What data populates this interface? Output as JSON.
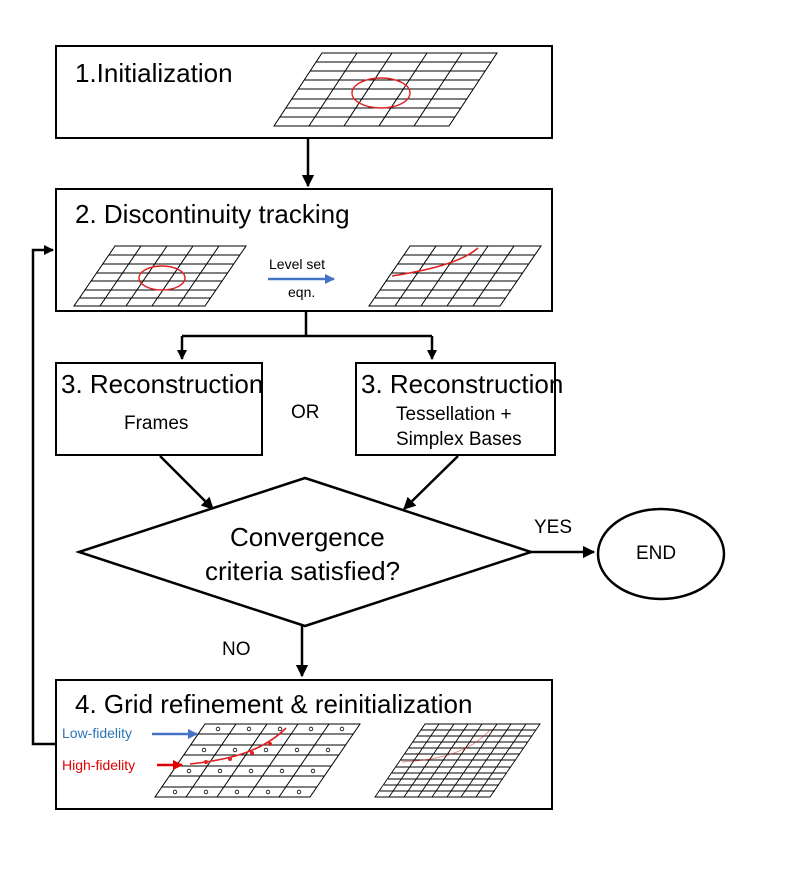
{
  "steps": {
    "init": {
      "title": "1.Initialization"
    },
    "tracking": {
      "title": "2. Discontinuity tracking",
      "arrow_label_line1": "Level set",
      "arrow_label_line2": "eqn."
    },
    "recon_left": {
      "title": "3. Reconstruction",
      "subtitle": "Frames"
    },
    "recon_right": {
      "title": "3. Reconstruction",
      "subtitle_line1": "Tessellation +",
      "subtitle_line2": "Simplex Bases"
    },
    "or_label": "OR",
    "decision": {
      "line1": "Convergence",
      "line2": "criteria satisfied?"
    },
    "yes_label": "YES",
    "no_label": "NO",
    "end": {
      "label": "END"
    },
    "refine": {
      "title": "4. Grid refinement & reinitialization",
      "low_fidelity": "Low-fidelity",
      "high_fidelity": "High-fidelity"
    }
  },
  "colors": {
    "interface_red": "#e02020",
    "arrow_blue": "#4472c4",
    "low_fidelity_text": "#2e75b6",
    "high_fidelity_text": "#e00000"
  }
}
